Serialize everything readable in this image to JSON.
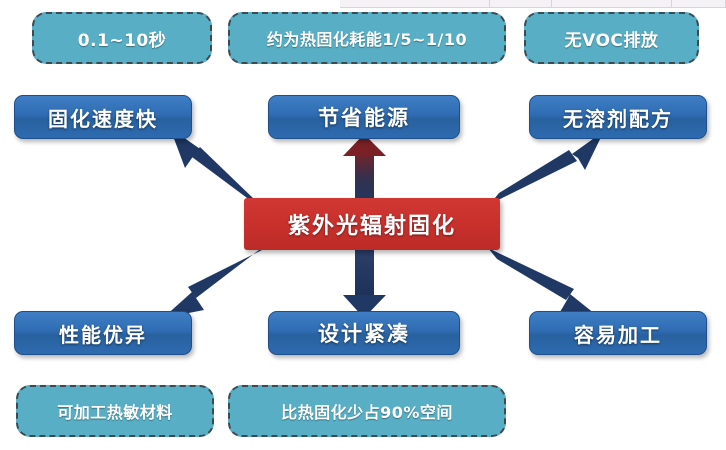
{
  "diagram": {
    "title": "紫外光辐射固化",
    "colors": {
      "center_red": "#c9302c",
      "benefit_blue": "#2f6cb3",
      "detail_cyan": "#58aec4",
      "arrow_navy": "#1f3864",
      "arrow_maroon": "#7b2125"
    },
    "center": {
      "label": "紫外光辐射固化"
    },
    "benefits": [
      {
        "id": "cure-speed",
        "label": "固化速度快",
        "position": "top-left"
      },
      {
        "id": "save-energy",
        "label": "节省能源",
        "position": "top-center"
      },
      {
        "id": "solvent-free",
        "label": "无溶剂配方",
        "position": "top-right"
      },
      {
        "id": "performance",
        "label": "性能优异",
        "position": "bottom-left"
      },
      {
        "id": "compact-design",
        "label": "设计紧凑",
        "position": "bottom-center"
      },
      {
        "id": "easy-processing",
        "label": "容易加工",
        "position": "bottom-right"
      }
    ],
    "details": [
      {
        "id": "cure-time",
        "label": "0.1~10秒",
        "position": "top-row-left"
      },
      {
        "id": "energy-ratio",
        "label": "约为热固化耗能1/5~1/10",
        "position": "top-row-center"
      },
      {
        "id": "no-voc",
        "label": "无VOC排放",
        "position": "top-row-right"
      },
      {
        "id": "heat-sensitive",
        "label": "可加工热敏材料",
        "position": "bottom-row-left"
      },
      {
        "id": "space-saving",
        "label": "比热固化少占90%空间",
        "position": "bottom-row-center"
      }
    ],
    "arrows": [
      {
        "id": "to-cure-speed",
        "direction": "up-left",
        "color": "#1f3864"
      },
      {
        "id": "to-save-energy",
        "direction": "up",
        "color": "#7b2125"
      },
      {
        "id": "to-solvent-free",
        "direction": "up-right",
        "color": "#1f3864"
      },
      {
        "id": "to-performance",
        "direction": "down-left",
        "color": "#1f3864"
      },
      {
        "id": "to-compact-design",
        "direction": "down",
        "color": "#1f3864"
      },
      {
        "id": "to-easy-processing",
        "direction": "down-right",
        "color": "#1f3864"
      }
    ]
  }
}
